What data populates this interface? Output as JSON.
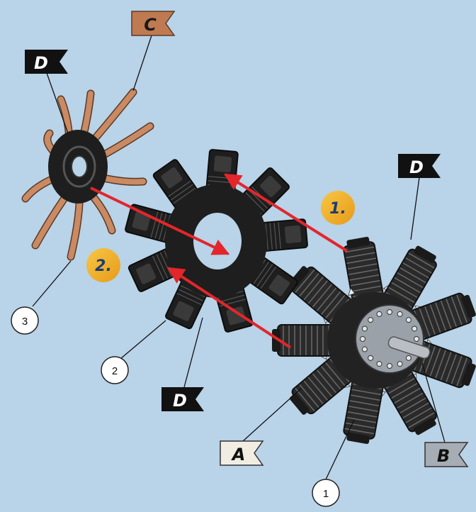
{
  "colors": {
    "background": "#b9d3e8",
    "flag_dark": "#111111",
    "flag_copper": "#c07a52",
    "flag_light": "#f2ede3",
    "flag_grey": "#a7adb4",
    "arrow": "#e2262b",
    "step_badge": "#f3b428",
    "copper_part": "#c98a64",
    "part_dark": "#1e1e1e"
  },
  "steps": {
    "one": "1.",
    "two": "2."
  },
  "flags": {
    "d_top_left": "D",
    "c_top": "C",
    "d_right": "D",
    "d_bottom": "D",
    "a_bottom": "A",
    "b_bottom": "B"
  },
  "parts": {
    "one": "1",
    "two": "2",
    "three": "3"
  }
}
